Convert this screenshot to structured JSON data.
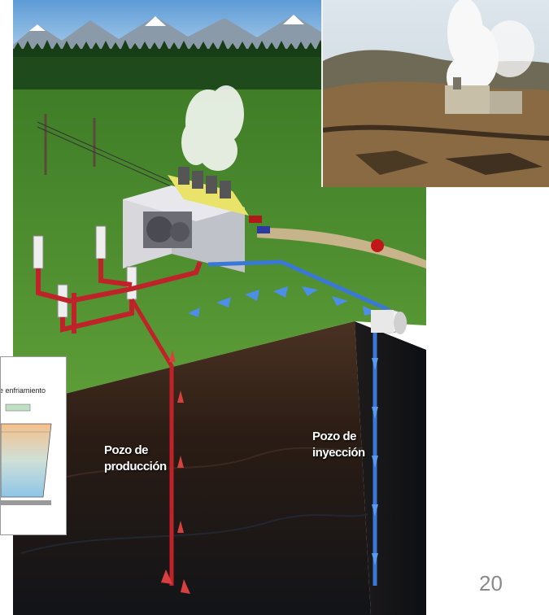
{
  "diagram": {
    "production_well_label": [
      "Pozo de",
      "producción"
    ],
    "injection_well_label": [
      "Pozo de",
      "inyección"
    ],
    "cooling_tower_label": "e enfriamiento"
  },
  "slide": {
    "page_number": "20"
  },
  "colors": {
    "hot_fluid": "#c0222a",
    "cold_fluid": "#3a78d8",
    "grass": "#4f8f2e",
    "soil": "#2e1e14",
    "sky": "#7fb4e6"
  }
}
